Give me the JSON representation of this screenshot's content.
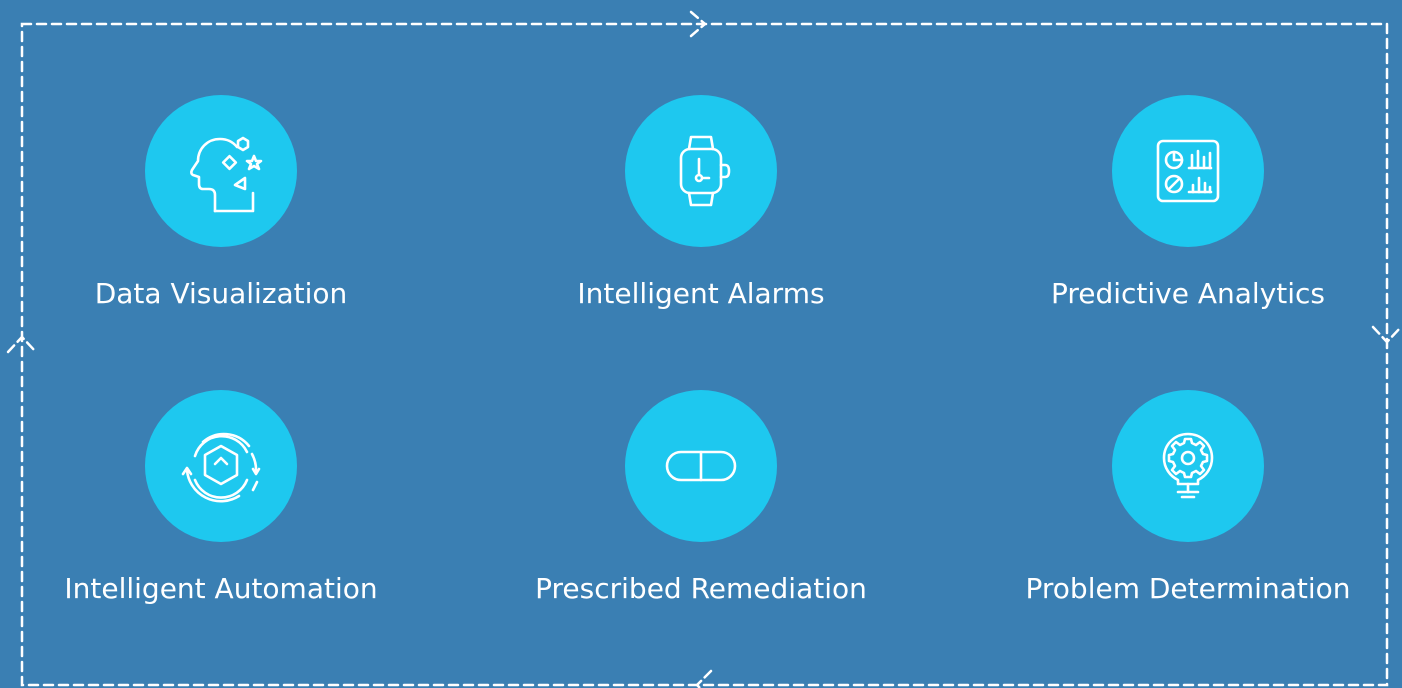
{
  "colors": {
    "background": "#3a7fb3",
    "circle": "#1ec8ef",
    "text": "#ffffff",
    "loop_line": "#ffffff"
  },
  "features": [
    {
      "label": "Data Visualization",
      "icon": "head-shapes-icon"
    },
    {
      "label": "Intelligent Alarms",
      "icon": "smartwatch-icon"
    },
    {
      "label": "Predictive Analytics",
      "icon": "dashboard-charts-icon"
    },
    {
      "label": "Intelligent Automation",
      "icon": "cycle-hexagon-icon"
    },
    {
      "label": "Prescribed Remediation",
      "icon": "pill-capsule-icon"
    },
    {
      "label": "Problem Determination",
      "icon": "lightbulb-gear-icon"
    }
  ]
}
